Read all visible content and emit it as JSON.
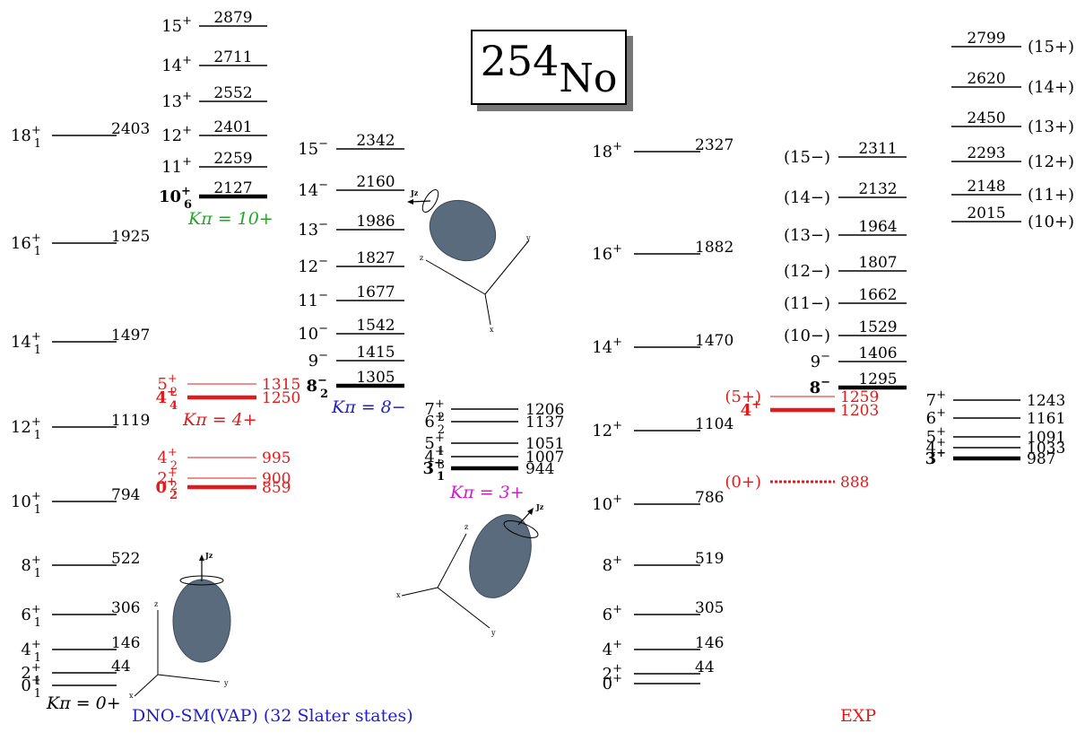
{
  "title": {
    "mass": "254",
    "element": "No"
  },
  "captions": {
    "theory": "DNO-SM(VAP) (32 Slater states)",
    "experiment": "EXP"
  },
  "colors": {
    "black": "#000000",
    "red": "#e11b1b",
    "green": "#22a722",
    "blue": "#1f1fcc",
    "magenta": "#d01ad0",
    "ellipsoid": "#5a6b7d"
  },
  "band_labels": [
    {
      "id": "k0",
      "text": "Kπ = 0+",
      "color": "black"
    },
    {
      "id": "k10",
      "text": "Kπ = 10+",
      "color": "green"
    },
    {
      "id": "k4",
      "text": "Kπ = 4+",
      "color": "red"
    },
    {
      "id": "k8",
      "text": "Kπ = 8−",
      "color": "blue"
    },
    {
      "id": "k3",
      "text": "Kπ = 3+",
      "color": "magenta"
    }
  ],
  "levels": [
    {
      "group": "theory-ground",
      "spin": "0",
      "parity": "+",
      "sub": "1",
      "energy": "",
      "color": "black"
    },
    {
      "group": "theory-ground",
      "spin": "2",
      "parity": "+",
      "sub": "1",
      "energy": "44",
      "color": "black"
    },
    {
      "group": "theory-ground",
      "spin": "4",
      "parity": "+",
      "sub": "1",
      "energy": "146",
      "color": "black"
    },
    {
      "group": "theory-ground",
      "spin": "6",
      "parity": "+",
      "sub": "1",
      "energy": "306",
      "color": "black"
    },
    {
      "group": "theory-ground",
      "spin": "8",
      "parity": "+",
      "sub": "1",
      "energy": "522",
      "color": "black"
    },
    {
      "group": "theory-ground",
      "spin": "10",
      "parity": "+",
      "sub": "1",
      "energy": "794",
      "color": "black"
    },
    {
      "group": "theory-ground",
      "spin": "12",
      "parity": "+",
      "sub": "1",
      "energy": "1119",
      "color": "black"
    },
    {
      "group": "theory-ground",
      "spin": "14",
      "parity": "+",
      "sub": "1",
      "energy": "1497",
      "color": "black"
    },
    {
      "group": "theory-ground",
      "spin": "16",
      "parity": "+",
      "sub": "1",
      "energy": "1925",
      "color": "black"
    },
    {
      "group": "theory-ground",
      "spin": "18",
      "parity": "+",
      "sub": "1",
      "energy": "2403",
      "color": "black"
    },
    {
      "group": "theory-k10",
      "spin": "10",
      "parity": "+",
      "sub": "6",
      "energy": "2127",
      "color": "black",
      "bold": true
    },
    {
      "group": "theory-k10",
      "spin": "11",
      "parity": "+",
      "sub": "",
      "energy": "2259",
      "color": "black"
    },
    {
      "group": "theory-k10",
      "spin": "12",
      "parity": "+",
      "sub": "",
      "energy": "2401",
      "color": "black"
    },
    {
      "group": "theory-k10",
      "spin": "13",
      "parity": "+",
      "sub": "",
      "energy": "2552",
      "color": "black"
    },
    {
      "group": "theory-k10",
      "spin": "14",
      "parity": "+",
      "sub": "",
      "energy": "2711",
      "color": "black"
    },
    {
      "group": "theory-k10",
      "spin": "15",
      "parity": "+",
      "sub": "",
      "energy": "2879",
      "color": "black"
    },
    {
      "group": "theory-red0",
      "spin": "0",
      "parity": "+",
      "sub": "2",
      "energy": "859",
      "color": "red",
      "bold": true
    },
    {
      "group": "theory-red0",
      "spin": "2",
      "parity": "+",
      "sub": "2",
      "energy": "900",
      "color": "red"
    },
    {
      "group": "theory-red0",
      "spin": "4",
      "parity": "+",
      "sub": "2",
      "energy": "995",
      "color": "red"
    },
    {
      "group": "theory-k4",
      "spin": "4",
      "parity": "+",
      "sub": "4",
      "energy": "1250",
      "color": "red",
      "bold": true
    },
    {
      "group": "theory-k4",
      "spin": "5",
      "parity": "+",
      "sub": "2",
      "energy": "1315",
      "color": "red"
    },
    {
      "group": "theory-k8",
      "spin": "8",
      "parity": "−",
      "sub": "2",
      "energy": "1305",
      "color": "black",
      "bold": true
    },
    {
      "group": "theory-k8",
      "spin": "9",
      "parity": "−",
      "sub": "",
      "energy": "1415",
      "color": "black"
    },
    {
      "group": "theory-k8",
      "spin": "10",
      "parity": "−",
      "sub": "",
      "energy": "1542",
      "color": "black"
    },
    {
      "group": "theory-k8",
      "spin": "11",
      "parity": "−",
      "sub": "",
      "energy": "1677",
      "color": "black"
    },
    {
      "group": "theory-k8",
      "spin": "12",
      "parity": "−",
      "sub": "",
      "energy": "1827",
      "color": "black"
    },
    {
      "group": "theory-k8",
      "spin": "13",
      "parity": "−",
      "sub": "",
      "energy": "1986",
      "color": "black"
    },
    {
      "group": "theory-k8",
      "spin": "14",
      "parity": "−",
      "sub": "",
      "energy": "2160",
      "color": "black"
    },
    {
      "group": "theory-k8",
      "spin": "15",
      "parity": "−",
      "sub": "",
      "energy": "2342",
      "color": "black"
    },
    {
      "group": "theory-k3",
      "spin": "3",
      "parity": "+",
      "sub": "1",
      "energy": "944",
      "color": "black",
      "bold": true
    },
    {
      "group": "theory-k3",
      "spin": "4",
      "parity": "+",
      "sub": "3",
      "energy": "1007",
      "color": "black"
    },
    {
      "group": "theory-k3",
      "spin": "5",
      "parity": "+",
      "sub": "1",
      "energy": "1051",
      "color": "black"
    },
    {
      "group": "theory-k3",
      "spin": "6",
      "parity": "+",
      "sub": "2",
      "energy": "1137",
      "color": "black"
    },
    {
      "group": "theory-k3",
      "spin": "7",
      "parity": "+",
      "sub": "2",
      "energy": "1206",
      "color": "black"
    },
    {
      "group": "exp-ground",
      "spin": "0",
      "parity": "+",
      "sub": "",
      "energy": "",
      "color": "black"
    },
    {
      "group": "exp-ground",
      "spin": "2",
      "parity": "+",
      "sub": "",
      "energy": "44",
      "color": "black"
    },
    {
      "group": "exp-ground",
      "spin": "4",
      "parity": "+",
      "sub": "",
      "energy": "146",
      "color": "black"
    },
    {
      "group": "exp-ground",
      "spin": "6",
      "parity": "+",
      "sub": "",
      "energy": "305",
      "color": "black"
    },
    {
      "group": "exp-ground",
      "spin": "8",
      "parity": "+",
      "sub": "",
      "energy": "519",
      "color": "black"
    },
    {
      "group": "exp-ground",
      "spin": "10",
      "parity": "+",
      "sub": "",
      "energy": "786",
      "color": "black"
    },
    {
      "group": "exp-ground",
      "spin": "12",
      "parity": "+",
      "sub": "",
      "energy": "1104",
      "color": "black"
    },
    {
      "group": "exp-ground",
      "spin": "14",
      "parity": "+",
      "sub": "",
      "energy": "1470",
      "color": "black"
    },
    {
      "group": "exp-ground",
      "spin": "16",
      "parity": "+",
      "sub": "",
      "energy": "1882",
      "color": "black"
    },
    {
      "group": "exp-ground",
      "spin": "18",
      "parity": "+",
      "sub": "",
      "energy": "2327",
      "color": "black"
    },
    {
      "group": "exp-red",
      "spin": "(0+)",
      "parity": "",
      "sub": "",
      "energy": "888",
      "color": "red",
      "dotted": true
    },
    {
      "group": "exp-red",
      "spin": "4",
      "parity": "+",
      "sub": "",
      "energy": "1203",
      "color": "red",
      "bold": true
    },
    {
      "group": "exp-red",
      "spin": "(5+)",
      "parity": "",
      "sub": "",
      "energy": "1259",
      "color": "red"
    },
    {
      "group": "exp-k8",
      "spin": "8",
      "parity": "−",
      "sub": "",
      "energy": "1295",
      "color": "black",
      "bold": true
    },
    {
      "group": "exp-k8",
      "spin": "9",
      "parity": "−",
      "sub": "",
      "energy": "1406",
      "color": "black"
    },
    {
      "group": "exp-k8",
      "spin": "(10−)",
      "parity": "",
      "sub": "",
      "energy": "1529",
      "color": "black"
    },
    {
      "group": "exp-k8",
      "spin": "(11−)",
      "parity": "",
      "sub": "",
      "energy": "1662",
      "color": "black"
    },
    {
      "group": "exp-k8",
      "spin": "(12−)",
      "parity": "",
      "sub": "",
      "energy": "1807",
      "color": "black"
    },
    {
      "group": "exp-k8",
      "spin": "(13−)",
      "parity": "",
      "sub": "",
      "energy": "1964",
      "color": "black"
    },
    {
      "group": "exp-k8",
      "spin": "(14−)",
      "parity": "",
      "sub": "",
      "energy": "2132",
      "color": "black"
    },
    {
      "group": "exp-k8",
      "spin": "(15−)",
      "parity": "",
      "sub": "",
      "energy": "2311",
      "color": "black"
    },
    {
      "group": "exp-k3",
      "spin": "3",
      "parity": "+",
      "sub": "",
      "energy": "987",
      "color": "black",
      "bold": true
    },
    {
      "group": "exp-k3",
      "spin": "4",
      "parity": "+",
      "sub": "",
      "energy": "1033",
      "color": "black"
    },
    {
      "group": "exp-k3",
      "spin": "5",
      "parity": "+",
      "sub": "",
      "energy": "1091",
      "color": "black"
    },
    {
      "group": "exp-k3",
      "spin": "6",
      "parity": "+",
      "sub": "",
      "energy": "1161",
      "color": "black"
    },
    {
      "group": "exp-k3",
      "spin": "7",
      "parity": "+",
      "sub": "",
      "energy": "1243",
      "color": "black"
    },
    {
      "group": "exp-k10",
      "spin": "(10+)",
      "parity": "",
      "sub": "",
      "energy": "2015",
      "color": "black"
    },
    {
      "group": "exp-k10",
      "spin": "(11+)",
      "parity": "",
      "sub": "",
      "energy": "2148",
      "color": "black"
    },
    {
      "group": "exp-k10",
      "spin": "(12+)",
      "parity": "",
      "sub": "",
      "energy": "2293",
      "color": "black"
    },
    {
      "group": "exp-k10",
      "spin": "(13+)",
      "parity": "",
      "sub": "",
      "energy": "2450",
      "color": "black"
    },
    {
      "group": "exp-k10",
      "spin": "(14+)",
      "parity": "",
      "sub": "",
      "energy": "2620",
      "color": "black"
    },
    {
      "group": "exp-k10",
      "spin": "(15+)",
      "parity": "",
      "sub": "",
      "energy": "2799",
      "color": "black"
    }
  ],
  "axis_labels": [
    "Jz",
    "x",
    "y",
    "z"
  ]
}
